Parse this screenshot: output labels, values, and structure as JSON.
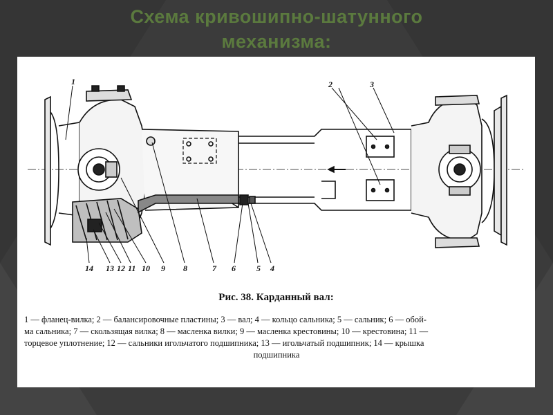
{
  "slide": {
    "title_line1": "Схема кривошипно-шатунного",
    "title_line2": "механизма:",
    "title_color": "#5b7a3e",
    "background_color": "#3b3b3b"
  },
  "figure": {
    "caption": "Рис. 38. Карданный вал:",
    "callouts": [
      "1",
      "2",
      "3",
      "4",
      "5",
      "6",
      "7",
      "8",
      "9",
      "10",
      "11",
      "12",
      "13",
      "14"
    ],
    "legend": {
      "l1": "1 — фланец-вилка; 2 — балансировочные пластины; 3 — вал; 4 — кольцо сальника; 5 — сальник; 6 — обой-",
      "l2": "ма сальника; 7 — скользящая вилка; 8 — масленка вилки; 9 — масленка крестовины; 10 — крестовина; 11 —",
      "l3": "торцевое уплотнение; 12 — сальники игольчатого подшипника; 13 — игольчатый подшипник; 14 — крышка",
      "l4": "подшипника"
    }
  }
}
